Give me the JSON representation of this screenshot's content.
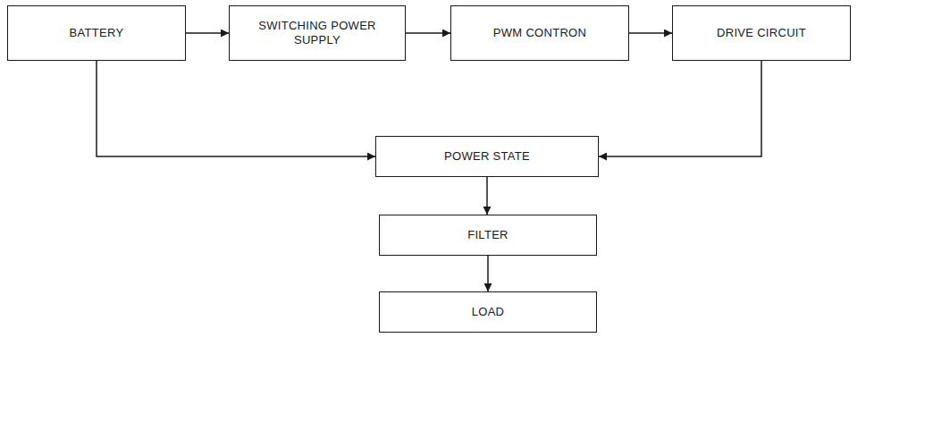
{
  "diagram": {
    "nodes": [
      {
        "text": [
          "BATTERY"
        ]
      },
      {
        "text": [
          "SWITCHING POWER SUPPLY"
        ]
      },
      {
        "text": [
          "PWM CONTRON"
        ]
      },
      {
        "text": [
          "DRIVE CIRCUIT"
        ]
      },
      {
        "text": [
          "POWER STATE"
        ]
      },
      {
        "text": [
          "FILTER"
        ]
      },
      {
        "text": [
          "LOAD"
        ]
      }
    ],
    "edges": [
      {
        "from": 0,
        "to": 1,
        "arrow": "to"
      },
      {
        "from": 1,
        "to": 2,
        "arrow": "to"
      },
      {
        "from": 2,
        "to": 3,
        "arrow": "to"
      },
      {
        "from": 0,
        "to": 4,
        "arrow": "to"
      },
      {
        "from": 3,
        "to": 4,
        "arrow": "to"
      },
      {
        "from": 4,
        "to": 5,
        "arrow": "to"
      },
      {
        "from": 5,
        "to": 6,
        "arrow": "to"
      }
    ]
  }
}
